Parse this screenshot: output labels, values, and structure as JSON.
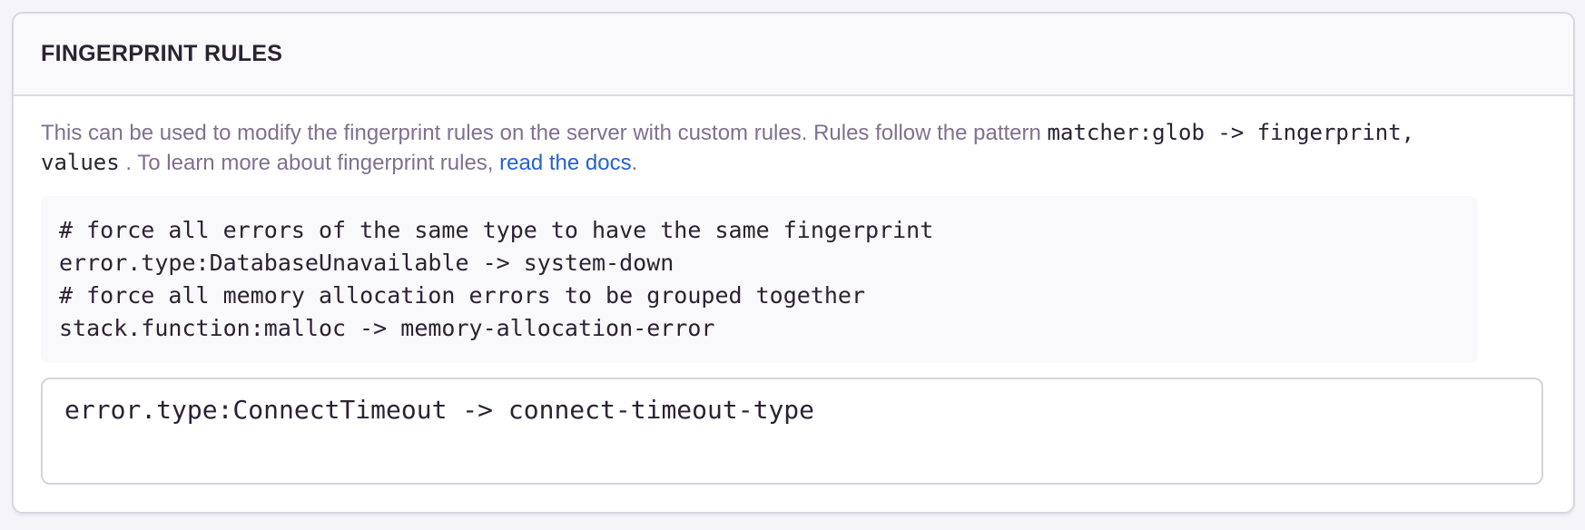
{
  "panel": {
    "title": "FINGERPRINT RULES",
    "description": {
      "text_intro": "This can be used to modify the fingerprint rules on the server with custom rules. Rules follow the pattern ",
      "inline_code_line1": "matcher:glob -> fingerprint,",
      "inline_code_line2": "values",
      "text_middle": " . To learn more about fingerprint rules, ",
      "link_label": "read the docs",
      "text_end": "."
    },
    "example_code": "# force all errors of the same type to have the same fingerprint\nerror.type:DatabaseUnavailable -> system-down\n# force all memory allocation errors to be grouped together\nstack.function:malloc -> memory-allocation-error",
    "rules_input": {
      "value": "error.type:ConnectTimeout -> connect-timeout-type"
    }
  },
  "colors": {
    "page_background": "#f5f4f9",
    "panel_background": "#ffffff",
    "header_background": "#f9f8fa",
    "border": "#d9d6df",
    "heading_text": "#2b2233",
    "body_text": "#80708f",
    "code_text": "#2b2233",
    "code_block_background": "#f9f8fb",
    "link": "#2562d4"
  }
}
